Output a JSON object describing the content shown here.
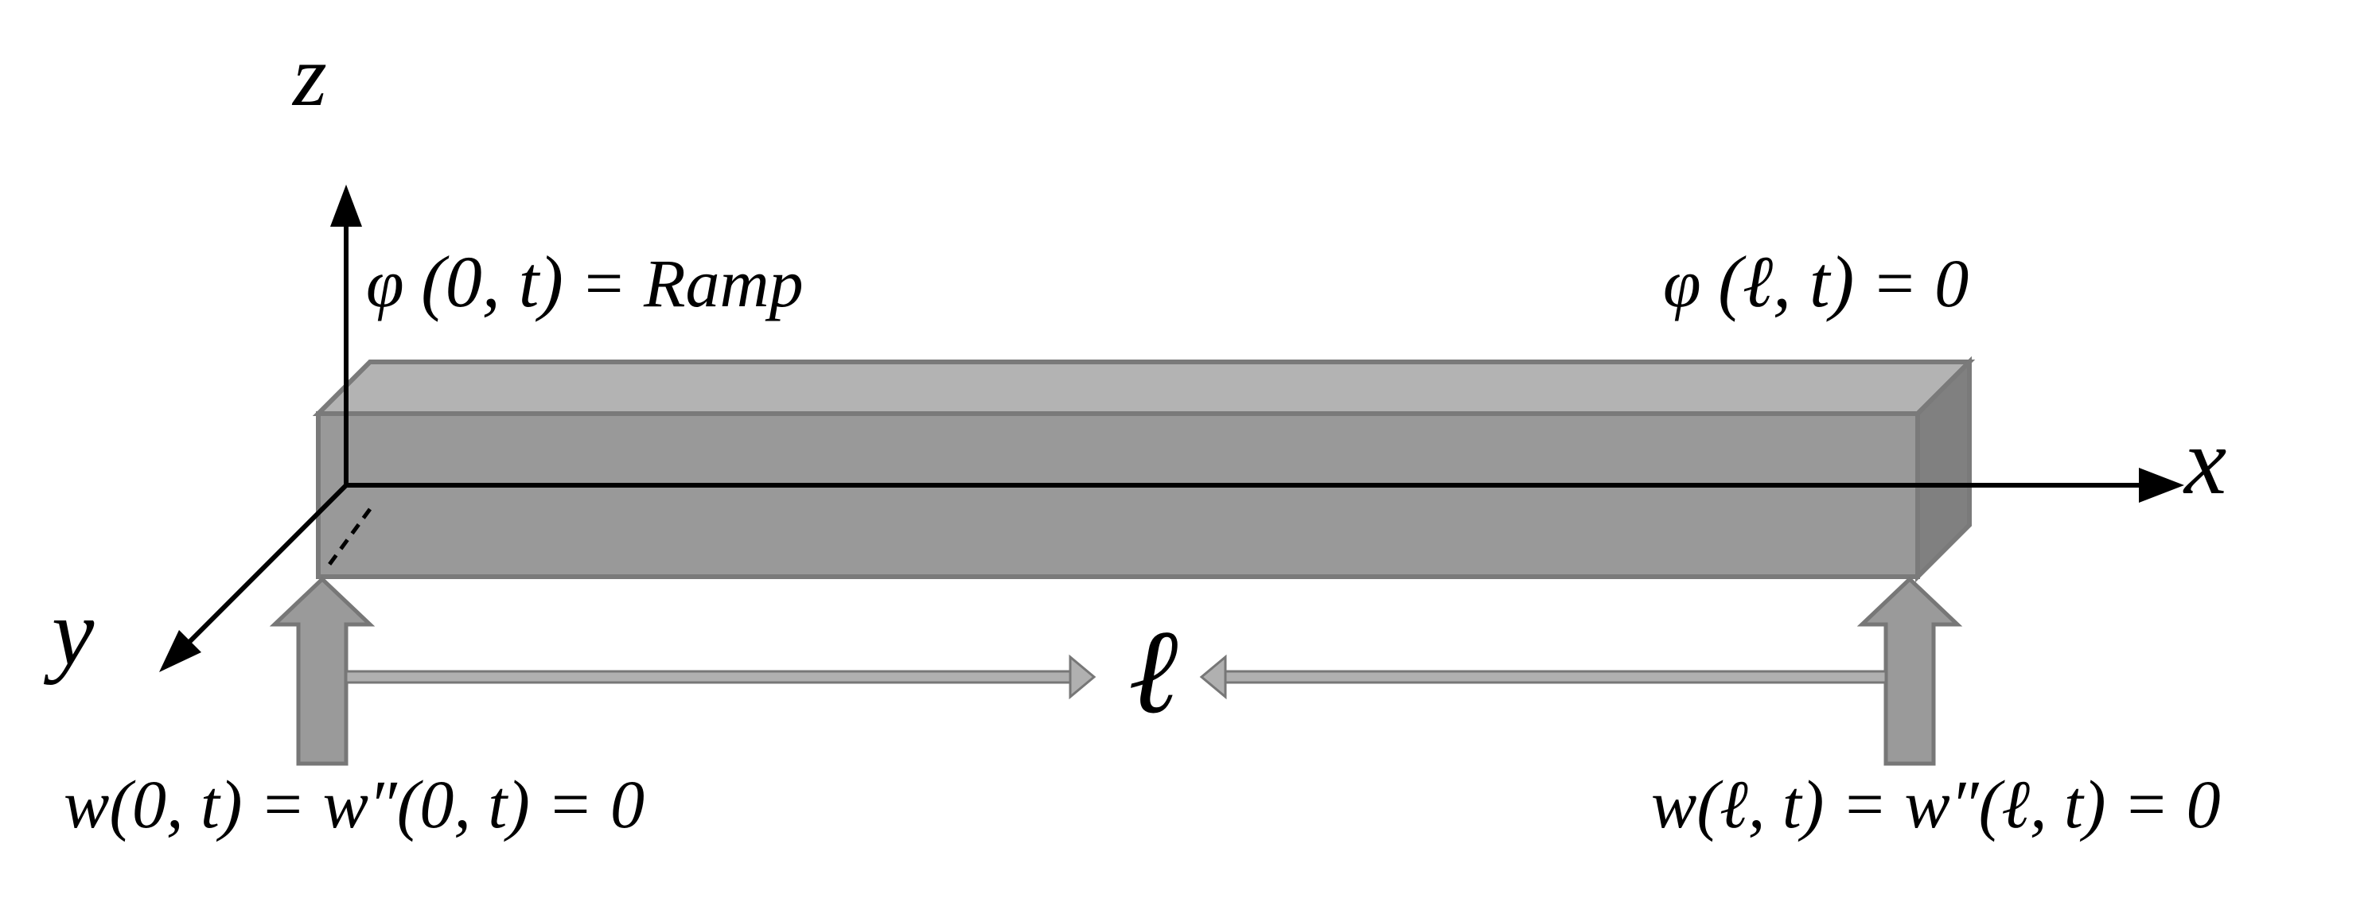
{
  "axes": {
    "z_label": "z",
    "x_label": "x",
    "y_label": "y"
  },
  "length_symbol": "ℓ",
  "boundary_conditions": {
    "twist_left": {
      "pre": "φ",
      "args": "(0, t)",
      "rhs": "= Ramp"
    },
    "twist_right": {
      "pre": "φ",
      "args": "(ℓ, t)",
      "rhs": "= 0"
    },
    "deflection_left": {
      "text": "w(0, t) = w″(0, t) = 0"
    },
    "deflection_right": {
      "text": "w(ℓ, t) = w″(ℓ, t) = 0"
    }
  },
  "colors": {
    "beam_front": "#999999",
    "beam_top": "#b3b3b3",
    "beam_side": "#808080",
    "beam_edge": "#7a7a7a",
    "support": "#9a9a9a",
    "support_edge": "#777777",
    "axis": "#000000"
  }
}
